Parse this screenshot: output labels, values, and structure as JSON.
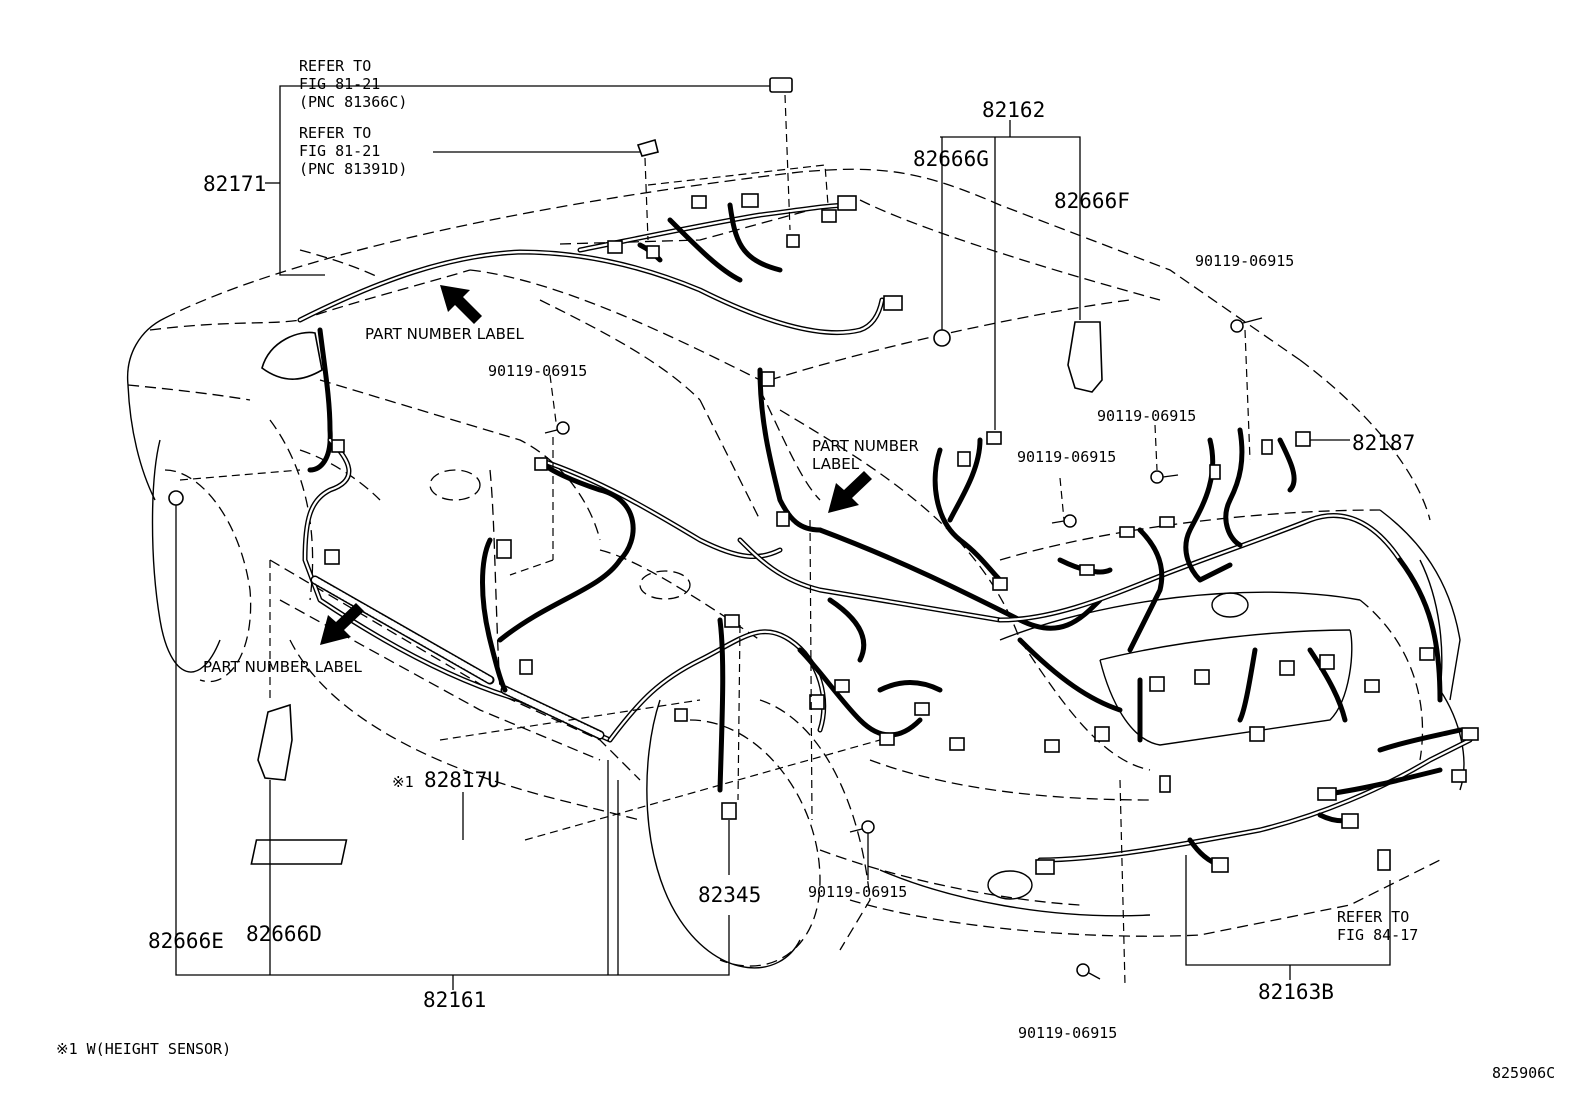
{
  "diagram": {
    "part_numbers": {
      "p82171": "82171",
      "p82162": "82162",
      "p82666G": "82666G",
      "p82666F": "82666F",
      "p82187": "82187",
      "p82817U": "82817U",
      "p82817U_mark": "※1",
      "p82345": "82345",
      "p82666E": "82666E",
      "p82666D": "82666D",
      "p82161": "82161",
      "p82163B": "82163B"
    },
    "bolts": {
      "b1": "90119-06915",
      "b2": "90119-06915",
      "b3": "90119-06915",
      "b4": "90119-06915",
      "b5": "90119-06915",
      "b6": "90119-06915"
    },
    "references": {
      "ref1": {
        "line1": "REFER TO",
        "line2": "FIG 81-21",
        "line3": "(PNC 81366C)"
      },
      "ref2": {
        "line1": "REFER TO",
        "line2": "FIG 81-21",
        "line3": "(PNC 81391D)"
      },
      "ref3": {
        "line1": "REFER TO",
        "line2": "FIG 84-17"
      }
    },
    "labels": {
      "pnl_roof": "PART NUMBER LABEL",
      "pnl_center_l1": "PART NUMBER",
      "pnl_center_l2": "LABEL",
      "pnl_floor": "PART NUMBER LABEL"
    },
    "footnote": "※1 W(HEIGHT SENSOR)",
    "figure_code": "825906C"
  }
}
